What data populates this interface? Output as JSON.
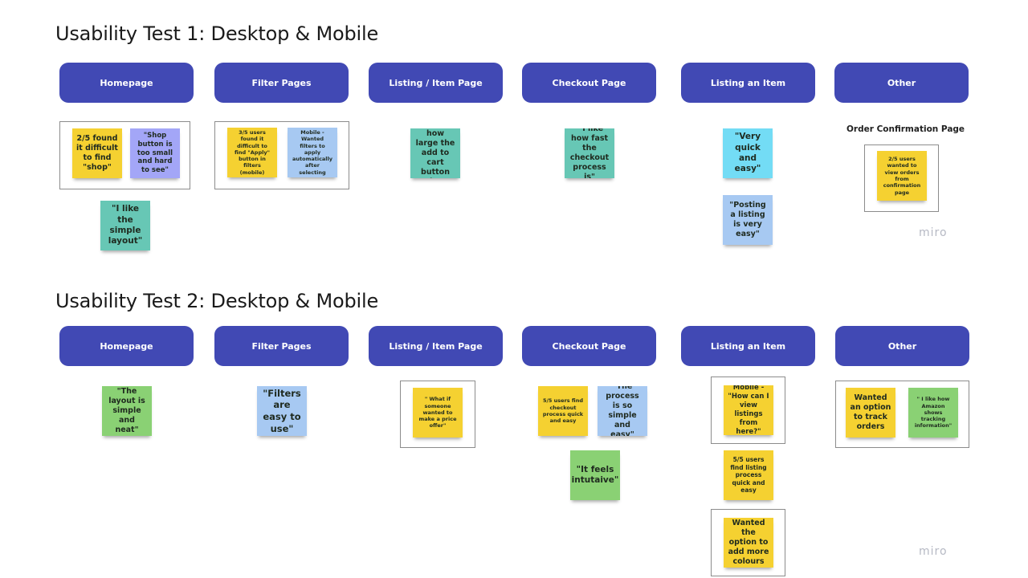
{
  "test1": {
    "title": "Usability Test 1: Desktop & Mobile",
    "headers": [
      "Homepage",
      "Filter Pages",
      "Listing / Item Page",
      "Checkout Page",
      "Listing an Item",
      "Other"
    ],
    "notes": {
      "homepage_1": "2/5 found it difficult to find \"shop\"",
      "homepage_2": "\"Shop button is too small and hard to see\"",
      "homepage_3": "\"I like the simple layout\"",
      "filter_1": "3/5 users found it difficult to find \"Apply\" button in filters (mobile)",
      "filter_2": "Mobile - Wanted filters to apply automatically after selecting",
      "listing_1": "\" I like how large the add to cart button is\"",
      "checkout_1": "\" I like how fast the checkout process is\"",
      "listing_item_1": "\"Very quick and easy\"",
      "listing_item_2": "\"Posting a listing is very easy\"",
      "other_section": "Order Confirmation Page",
      "other_1": "2/5 users wanted to view orders from confirmation page"
    },
    "watermark": "miro"
  },
  "test2": {
    "title": "Usability Test 2: Desktop & Mobile",
    "headers": [
      "Homepage",
      "Filter Pages",
      "Listing / Item Page",
      "Checkout Page",
      "Listing an Item",
      "Other"
    ],
    "notes": {
      "homepage_1": "\"The layout is simple and neat\"",
      "filter_1": "\"Filters are easy to use\"",
      "listing_1": "\" What if someone wanted to make a price offer\"",
      "checkout_1": "5/5 users find checkout process quick and easy",
      "checkout_2": "\"The process is so simple and easy\"",
      "checkout_3": "\"It feels intutaive\"",
      "listing_item_1": "Mobile - \"How can I view listings from here?\"",
      "listing_item_2": "5/5 users find listing process quick and easy",
      "listing_item_3": "Wanted the option to add more colours",
      "other_1": "Wanted an option to track orders",
      "other_2": "\" I like how Amazon shows tracking information\""
    },
    "watermark": "miro"
  },
  "colors": {
    "header": "#4149b4",
    "yellow": "#f5d131",
    "purple": "#a3a6f7",
    "blue": "#a7c9f2",
    "teal": "#67c7b5",
    "cyan": "#73dcf5",
    "green": "#8ad174"
  }
}
